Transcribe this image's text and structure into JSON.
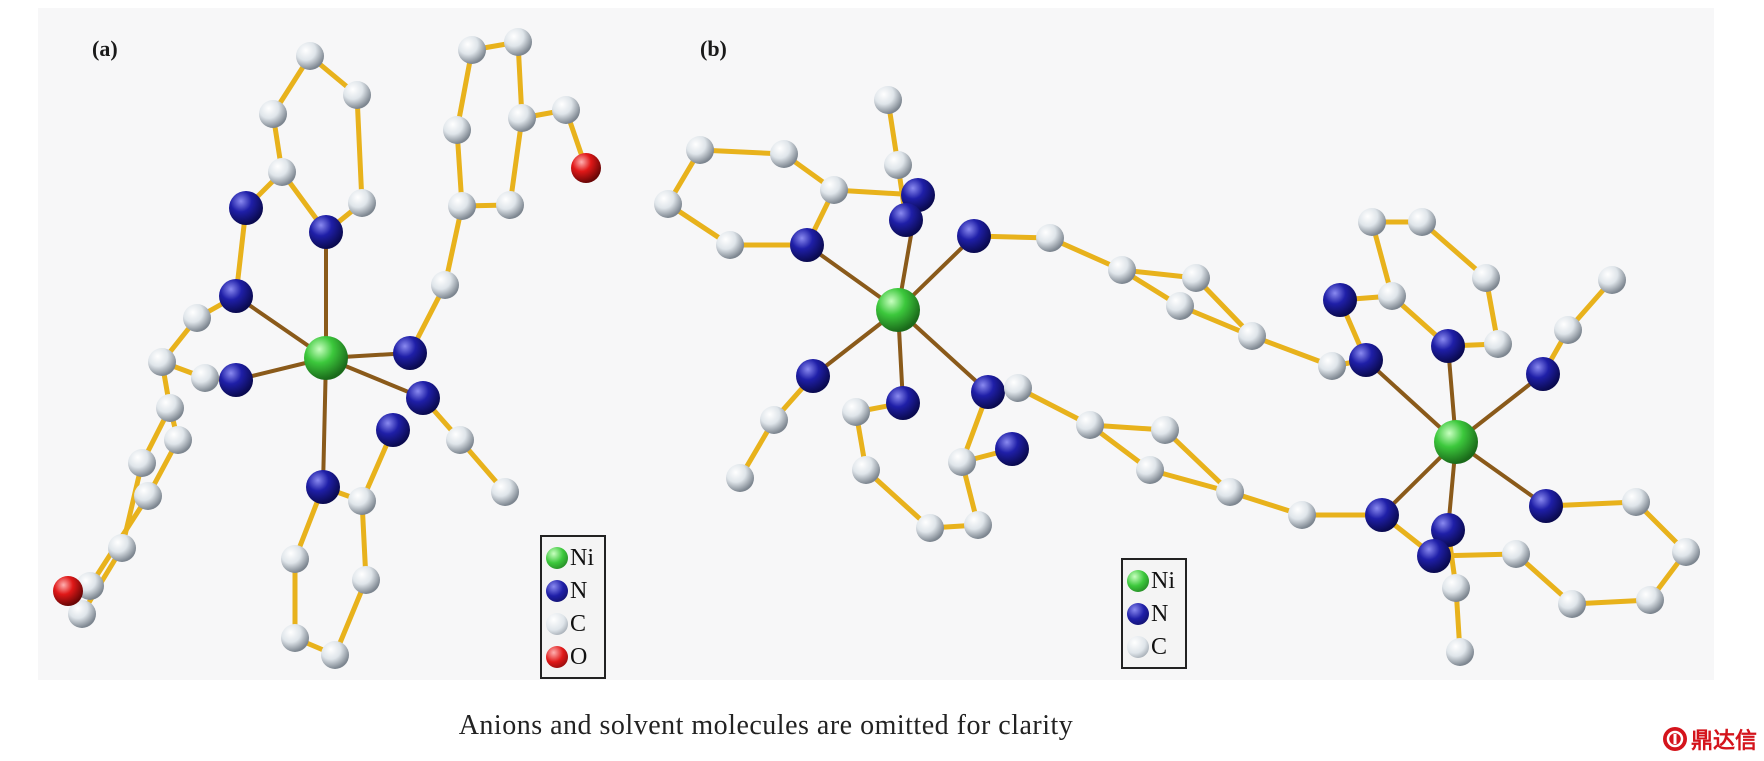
{
  "figure": {
    "panel_a_label": "(a)",
    "panel_b_label": "(b)",
    "caption": "Anions and solvent molecules are omitted for clarity",
    "watermark": "鼎达信"
  },
  "legend_a": [
    {
      "symbol": "Ni",
      "color": "#3cc83c"
    },
    {
      "symbol": "N",
      "color": "#1a1a9a"
    },
    {
      "symbol": "C",
      "color": "#dde4ea"
    },
    {
      "symbol": "O",
      "color": "#e01818"
    }
  ],
  "legend_b": [
    {
      "symbol": "Ni",
      "color": "#3cc83c"
    },
    {
      "symbol": "N",
      "color": "#1a1a9a"
    },
    {
      "symbol": "C",
      "color": "#dde4ea"
    }
  ],
  "colors": {
    "bond": "#e8b21c",
    "coordination_bond": "#8a5a1a",
    "Ni": "#3cc83c",
    "N": "#1a1a9a",
    "C": "#dde4ea",
    "O": "#e01818"
  }
}
